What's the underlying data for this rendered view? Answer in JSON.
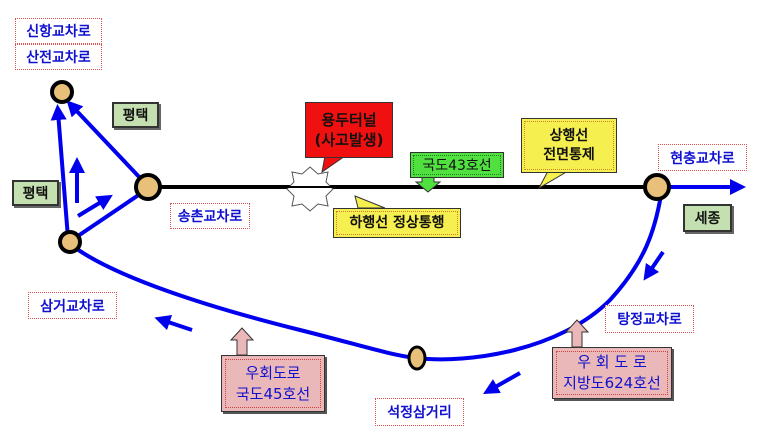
{
  "locations": {
    "sinhang": "신항교차로",
    "sanjeon": "산전교차로",
    "songchon": "송촌교차로",
    "samgeo": "삼거교차로",
    "hyeonchung": "현충교차로",
    "tangjeong": "탕정교차로",
    "seokjeong": "석정삼거리"
  },
  "destinations": {
    "pyeongtaek_1": "평택",
    "pyeongtaek_2": "평택",
    "sejong": "세종"
  },
  "callouts": {
    "tunnel_line1": "용두터널",
    "tunnel_line2": "(사고발생)",
    "down_normal": "하행선 정상통행",
    "route43": "국도43호선",
    "up_closed_line1": "상행선",
    "up_closed_line2": "전면통제"
  },
  "detours": [
    {
      "line1": "우회도로",
      "line2": "국도45호선"
    },
    {
      "line1": "우 회 도 로",
      "line2": "지방도624호선"
    }
  ],
  "colors": {
    "route": "#0000ee",
    "closed_road": "#000000",
    "node": "#e8c07a",
    "incident": "#f01010"
  }
}
